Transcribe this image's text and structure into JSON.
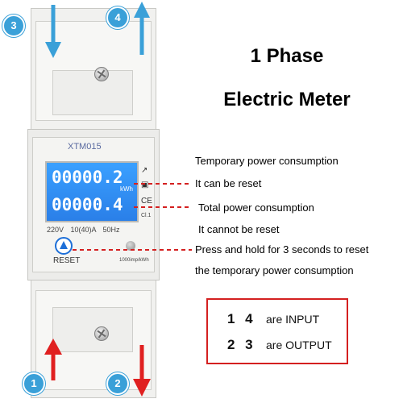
{
  "title": {
    "line1": "1 Phase",
    "line2": "Electric Meter"
  },
  "meter": {
    "model": "XTM015",
    "reading_temporary": "00000.2",
    "reading_total": "00000.4",
    "unit": "kWh",
    "spec": "220V 10(40)A 50Hz",
    "class_mark": "Cl.1",
    "reset_label": "RESET",
    "impulse_label": "1000imp/kWh",
    "lcd_color": "#2f8cf4"
  },
  "terminals": [
    {
      "number": "3",
      "direction": "down",
      "color": "#3aa0d8"
    },
    {
      "number": "4",
      "direction": "up",
      "color": "#3aa0d8"
    },
    {
      "number": "1",
      "direction": "up",
      "color": "#e02020"
    },
    {
      "number": "2",
      "direction": "down",
      "color": "#e02020"
    }
  ],
  "annotations": {
    "temporary_title": "Temporary power consumption",
    "temporary_note": "It can be reset",
    "total_title": "Total power consumption",
    "total_note": "It cannot be reset",
    "reset_line1": "Press and hold for 3 seconds to reset",
    "reset_line2": "the temporary power consumption"
  },
  "legend": {
    "input_nums": "1  4",
    "input_text": "are INPUT",
    "output_nums": "2  3",
    "output_text": "are OUTPUT",
    "border_color": "#d42020"
  }
}
